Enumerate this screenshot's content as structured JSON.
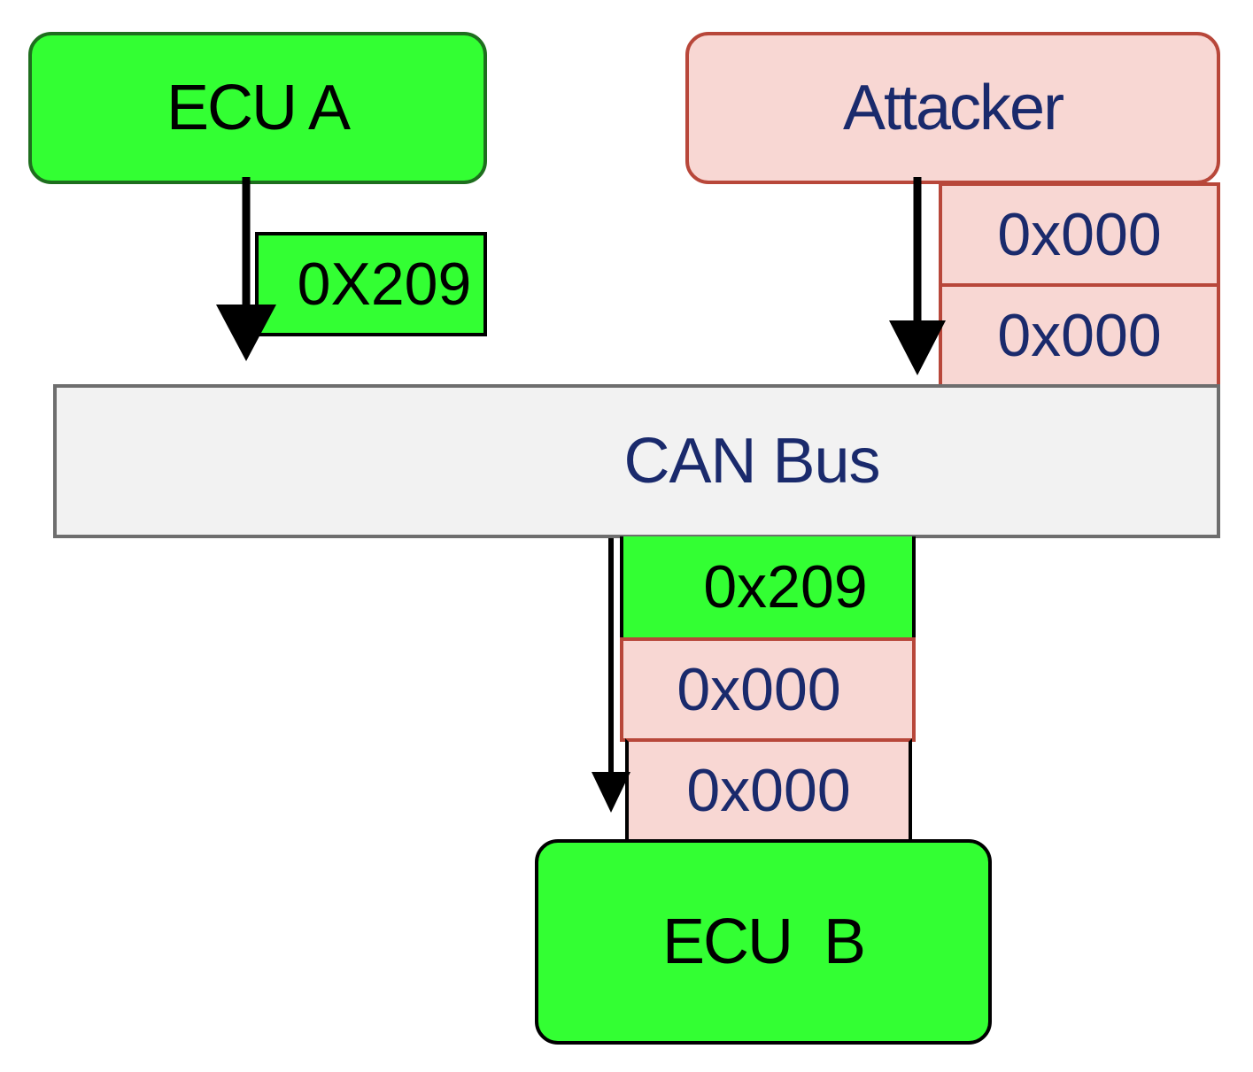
{
  "nodes": {
    "ecu_a": "ECU A",
    "attacker": "Attacker",
    "can_bus": "CAN Bus",
    "ecu_b": "ECU  B"
  },
  "frames": {
    "ecu_a_frame": "0X209",
    "attacker_frames": [
      "0x000",
      "0x000"
    ],
    "ecu_b_frames": [
      "0x209",
      "0x000",
      "0x000"
    ]
  },
  "colors": {
    "legit": "#33ff33",
    "attacker": "#f8d7d3",
    "attacker_border": "#b8473a",
    "bus": "#f2f2f2"
  }
}
